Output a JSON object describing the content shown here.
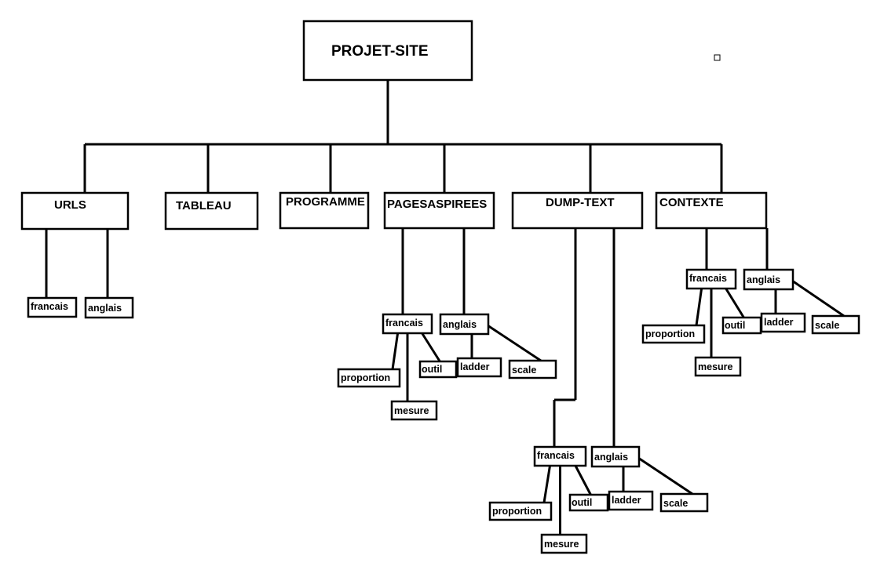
{
  "diagram": {
    "root": "PROJET-SITE",
    "categories": [
      {
        "id": "urls",
        "label": "URLS"
      },
      {
        "id": "tableau",
        "label": "TABLEAU"
      },
      {
        "id": "programme",
        "label": "PROGRAMME"
      },
      {
        "id": "pages",
        "label": "PAGESASPIREES"
      },
      {
        "id": "dump",
        "label": "DUMP-TEXT"
      },
      {
        "id": "contexte",
        "label": "CONTEXTE"
      }
    ],
    "language_labels": {
      "fr": "francais",
      "en": "anglais"
    },
    "francais_children": [
      "proportion",
      "mesure",
      "outil"
    ],
    "anglais_children": [
      "ladder",
      "scale"
    ]
  }
}
